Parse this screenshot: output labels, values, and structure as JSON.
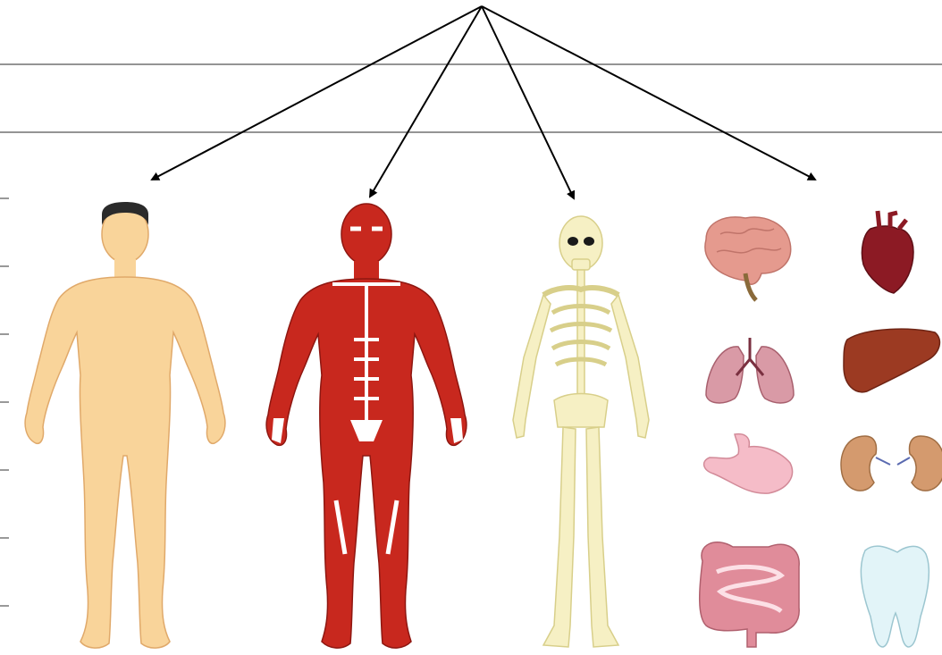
{
  "diagram": {
    "background": "#ffffff",
    "line_color": "#333333",
    "arrow_color": "#000000",
    "figures": [
      {
        "name": "human-body",
        "skin": "#f9d49a",
        "outline": "#e0a96a",
        "hair": "#2b2b2b"
      },
      {
        "name": "muscular-system",
        "muscle": "#c8281e",
        "dark": "#8e1711",
        "tendon": "#ffffff"
      },
      {
        "name": "skeletal-system",
        "bone": "#f6f0c4",
        "outline": "#d8cf8a",
        "socket": "#1a1a1a"
      }
    ],
    "organs": [
      {
        "name": "brain",
        "color": "#e59a8e"
      },
      {
        "name": "heart",
        "color": "#8c1a24"
      },
      {
        "name": "lungs",
        "color": "#d99aa6"
      },
      {
        "name": "liver",
        "color": "#9c3a22"
      },
      {
        "name": "stomach",
        "color": "#f5bcc8"
      },
      {
        "name": "kidneys",
        "color": "#d49a6e"
      },
      {
        "name": "intestines",
        "color": "#e08c9a"
      },
      {
        "name": "tooth",
        "color": "#e2f4f8"
      }
    ]
  }
}
